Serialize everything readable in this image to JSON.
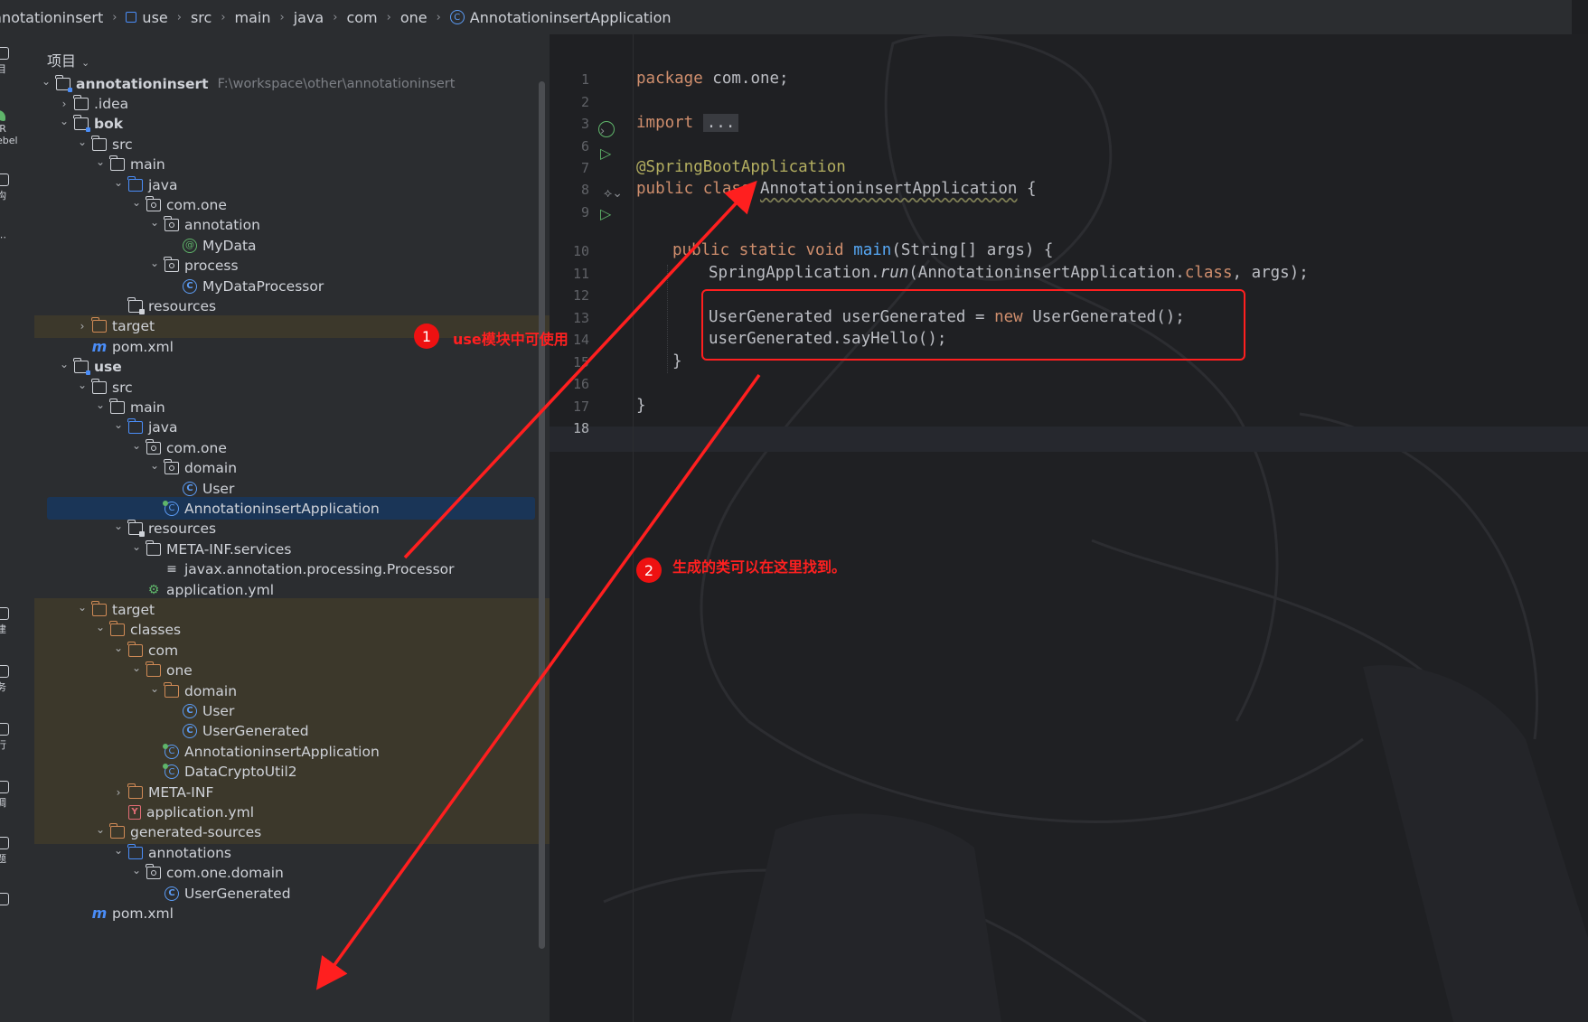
{
  "breadcrumb": [
    "annotationinsert",
    "use",
    "src",
    "main",
    "java",
    "com",
    "one",
    "AnnotationinsertApplication"
  ],
  "left_toolbar": [
    {
      "icon": "project-icon",
      "label": "目"
    },
    {
      "icon": "jrebel-icon",
      "label": "JR\nebel"
    },
    {
      "icon": "structure-icon",
      "label": "构"
    },
    {
      "icon": "more-icon",
      "label": "⋯"
    },
    {
      "icon": "build-icon",
      "label": "建"
    },
    {
      "icon": "services-icon",
      "label": "务"
    },
    {
      "icon": "run-icon",
      "label": "行"
    },
    {
      "icon": "debug-icon",
      "label": "调"
    },
    {
      "icon": "problems-icon",
      "label": "题"
    },
    {
      "icon": "git-icon",
      "label": ""
    }
  ],
  "project_panel": {
    "title": "项目",
    "tree": [
      {
        "depth": 0,
        "arrow": "down",
        "icon": "folder-mod",
        "label": "annotationinsert",
        "bold": true,
        "path": "F:\\workspace\\other\\annotationinsert"
      },
      {
        "depth": 1,
        "arrow": "right",
        "icon": "folder",
        "label": ".idea"
      },
      {
        "depth": 1,
        "arrow": "down",
        "icon": "folder-mod",
        "label": "bok",
        "bold": true
      },
      {
        "depth": 2,
        "arrow": "down",
        "icon": "folder",
        "label": "src"
      },
      {
        "depth": 3,
        "arrow": "down",
        "icon": "folder",
        "label": "main"
      },
      {
        "depth": 4,
        "arrow": "down",
        "icon": "folder-blue",
        "label": "java"
      },
      {
        "depth": 5,
        "arrow": "down",
        "icon": "folder-pkg",
        "label": "com.one"
      },
      {
        "depth": 6,
        "arrow": "down",
        "icon": "folder-pkg",
        "label": "annotation"
      },
      {
        "depth": 7,
        "arrow": "",
        "icon": "anno",
        "label": "MyData"
      },
      {
        "depth": 6,
        "arrow": "down",
        "icon": "folder-pkg",
        "label": "process"
      },
      {
        "depth": 7,
        "arrow": "",
        "icon": "class",
        "label": "MyDataProcessor"
      },
      {
        "depth": 4,
        "arrow": "",
        "icon": "folder-res",
        "label": "resources"
      },
      {
        "depth": 2,
        "arrow": "right",
        "icon": "folder-orange",
        "label": "target",
        "excluded": true
      },
      {
        "depth": 2,
        "arrow": "",
        "icon": "maven",
        "label": "pom.xml"
      },
      {
        "depth": 1,
        "arrow": "down",
        "icon": "folder-mod",
        "label": "use",
        "bold": true
      },
      {
        "depth": 2,
        "arrow": "down",
        "icon": "folder",
        "label": "src"
      },
      {
        "depth": 3,
        "arrow": "down",
        "icon": "folder",
        "label": "main"
      },
      {
        "depth": 4,
        "arrow": "down",
        "icon": "folder-blue",
        "label": "java"
      },
      {
        "depth": 5,
        "arrow": "down",
        "icon": "folder-pkg",
        "label": "com.one"
      },
      {
        "depth": 6,
        "arrow": "down",
        "icon": "folder-pkg",
        "label": "domain"
      },
      {
        "depth": 7,
        "arrow": "",
        "icon": "class",
        "label": "User"
      },
      {
        "depth": 6,
        "arrow": "",
        "icon": "boot",
        "label": "AnnotationinsertApplication",
        "selected": true
      },
      {
        "depth": 4,
        "arrow": "down",
        "icon": "folder-res",
        "label": "resources"
      },
      {
        "depth": 5,
        "arrow": "down",
        "icon": "folder",
        "label": "META-INF.services"
      },
      {
        "depth": 6,
        "arrow": "",
        "icon": "text",
        "label": "javax.annotation.processing.Processor"
      },
      {
        "depth": 5,
        "arrow": "",
        "icon": "yml",
        "label": "application.yml"
      },
      {
        "depth": 2,
        "arrow": "down",
        "icon": "folder-orange",
        "label": "target",
        "excluded": true
      },
      {
        "depth": 3,
        "arrow": "down",
        "icon": "folder-orange",
        "label": "classes",
        "excluded": true
      },
      {
        "depth": 4,
        "arrow": "down",
        "icon": "folder-orange",
        "label": "com",
        "excluded": true
      },
      {
        "depth": 5,
        "arrow": "down",
        "icon": "folder-orange",
        "label": "one",
        "excluded": true
      },
      {
        "depth": 6,
        "arrow": "down",
        "icon": "folder-orange",
        "label": "domain",
        "excluded": true
      },
      {
        "depth": 7,
        "arrow": "",
        "icon": "class",
        "label": "User",
        "excluded": true
      },
      {
        "depth": 7,
        "arrow": "",
        "icon": "class",
        "label": "UserGenerated",
        "excluded": true
      },
      {
        "depth": 6,
        "arrow": "",
        "icon": "boot",
        "label": "AnnotationinsertApplication",
        "excluded": true
      },
      {
        "depth": 6,
        "arrow": "",
        "icon": "boot",
        "label": "DataCryptoUtil2",
        "excluded": true
      },
      {
        "depth": 4,
        "arrow": "right",
        "icon": "folder-orange",
        "label": "META-INF",
        "excluded": true
      },
      {
        "depth": 4,
        "arrow": "",
        "icon": "yml-red",
        "label": "application.yml",
        "excluded": true
      },
      {
        "depth": 3,
        "arrow": "down",
        "icon": "folder-orange",
        "label": "generated-sources",
        "excluded": true
      },
      {
        "depth": 4,
        "arrow": "down",
        "icon": "folder-blue",
        "label": "annotations"
      },
      {
        "depth": 5,
        "arrow": "down",
        "icon": "folder-pkg",
        "label": "com.one.domain"
      },
      {
        "depth": 6,
        "arrow": "",
        "icon": "class",
        "label": "UserGenerated"
      },
      {
        "depth": 2,
        "arrow": "",
        "icon": "maven",
        "label": "pom.xml"
      }
    ]
  },
  "editor": {
    "line_numbers": [
      "1",
      "2",
      "3",
      "6",
      "7",
      "8",
      "9",
      "10",
      "11",
      "12",
      "13",
      "14",
      "15",
      "16",
      "17",
      "18"
    ],
    "current_line": "18",
    "code": {
      "l1_kw": "package",
      "l1_rest": " com.one;",
      "l3_kw": "import",
      "l3_fold": "...",
      "l7_ann": "@SpringBootApplication",
      "l8_kw": "public class",
      "l8_name": "AnnotationinsertApplication",
      "l8_rest": " {",
      "l10_kw": "public static void",
      "l10_fn": "main",
      "l10_rest": "(String[] args) {",
      "l11_a": "SpringApplication.",
      "l11_run": "run",
      "l11_b": "(AnnotationinsertApplication.",
      "l11_kw": "class",
      "l11_c": ", args);",
      "l13_a": "UserGenerated userGenerated = ",
      "l13_kw": "new",
      "l13_b": " UserGenerated();",
      "l14": "userGenerated.sayHello();",
      "l15": "}",
      "l17": "}"
    }
  },
  "annotations": [
    {
      "number": "1",
      "text": "use模块中可使用"
    },
    {
      "number": "2",
      "text": "生成的类可以在这里找到。"
    }
  ],
  "colors": {
    "arrow": "#ff1f1f",
    "keyword": "#cf8e6d",
    "annotation": "#b3ae60",
    "function": "#56a8f5",
    "selection": "#1a3557",
    "excluded": "#3c382b"
  }
}
